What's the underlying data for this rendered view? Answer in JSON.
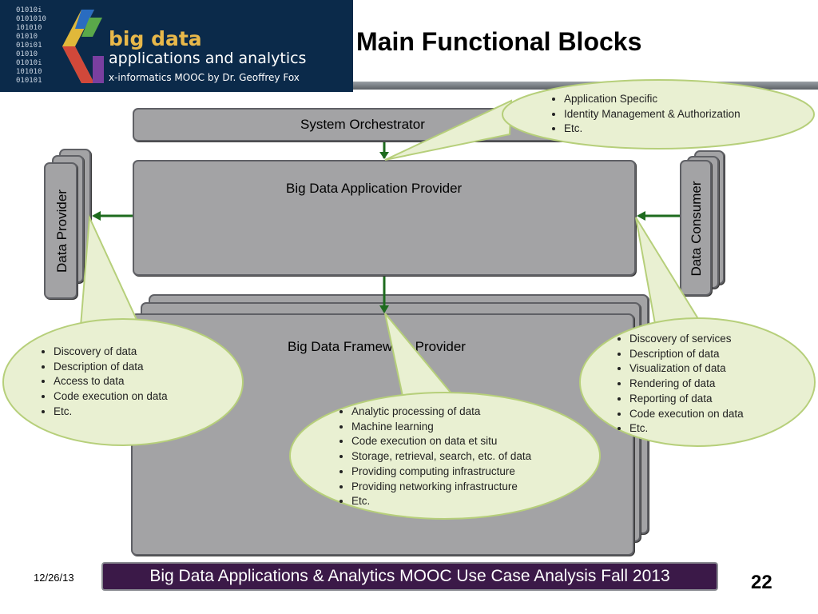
{
  "logo": {
    "binary": [
      "01010i",
      "0101010",
      "101010",
      "01010",
      "010i01",
      "01010",
      "01010i",
      "101010",
      "010101"
    ],
    "line1": "big data",
    "line2": "applications and analytics",
    "line3": "x-informatics MOOC by Dr. Geoffrey Fox"
  },
  "slide": {
    "title": "Main Functional Blocks",
    "date": "12/26/13",
    "page_number": "22",
    "footer": "Big Data Applications & Analytics MOOC Use Case Analysis Fall 2013"
  },
  "blocks": {
    "orchestrator": "System Orchestrator",
    "app_provider": "Big Data Application Provider",
    "framework_provider": "Big Data Framework Provider",
    "data_provider": "Data Provider",
    "data_consumer": "Data Consumer"
  },
  "callouts": {
    "orchestrator": [
      "Application Specific",
      "Identity Management & Authorization",
      "Etc."
    ],
    "data_provider": [
      "Discovery of data",
      "Description of data",
      "Access to data",
      "Code execution on data",
      "Etc."
    ],
    "framework": [
      "Analytic processing of data",
      "Machine learning",
      "Code execution on data et situ",
      "Storage, retrieval, search, etc. of data",
      "Providing computing infrastructure",
      "Providing networking infrastructure",
      "Etc."
    ],
    "data_consumer": [
      "Discovery of services",
      "Description of data",
      "Visualization of data",
      "Rendering of data",
      "Reporting of data",
      "Code execution on data",
      "Etc."
    ]
  },
  "colors": {
    "callout_fill": "#e9f0d2",
    "callout_stroke": "#b6cf7a",
    "arrow": "#1e6b1e",
    "block_fill": "#a3a3a5",
    "footer_bg": "#3b1948"
  }
}
